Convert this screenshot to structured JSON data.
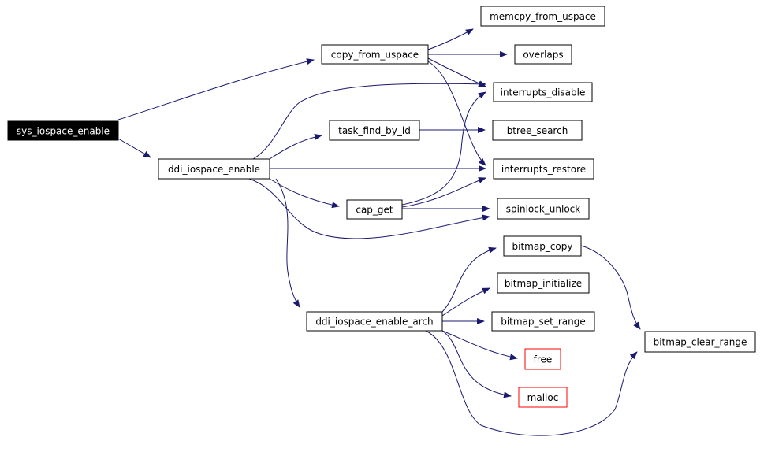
{
  "colors": {
    "edge": "#191970",
    "border": "#000000",
    "external_border": "#ff0000",
    "root_fill": "#000000",
    "root_text": "#ffffff",
    "node_fill": "#ffffff"
  },
  "nodes": [
    {
      "id": "sys_iospace_enable",
      "label": "sys_iospace_enable",
      "kind": "root"
    },
    {
      "id": "copy_from_uspace",
      "label": "copy_from_uspace",
      "kind": "normal"
    },
    {
      "id": "ddi_iospace_enable",
      "label": "ddi_iospace_enable",
      "kind": "normal"
    },
    {
      "id": "memcpy_from_uspace",
      "label": "memcpy_from_uspace",
      "kind": "normal"
    },
    {
      "id": "overlaps",
      "label": "overlaps",
      "kind": "normal"
    },
    {
      "id": "interrupts_disable",
      "label": "interrupts_disable",
      "kind": "normal"
    },
    {
      "id": "task_find_by_id",
      "label": "task_find_by_id",
      "kind": "normal"
    },
    {
      "id": "btree_search",
      "label": "btree_search",
      "kind": "normal"
    },
    {
      "id": "interrupts_restore",
      "label": "interrupts_restore",
      "kind": "normal"
    },
    {
      "id": "cap_get",
      "label": "cap_get",
      "kind": "normal"
    },
    {
      "id": "spinlock_unlock",
      "label": "spinlock_unlock",
      "kind": "normal"
    },
    {
      "id": "ddi_iospace_enable_arch",
      "label": "ddi_iospace_enable_arch",
      "kind": "normal"
    },
    {
      "id": "bitmap_copy",
      "label": "bitmap_copy",
      "kind": "normal"
    },
    {
      "id": "bitmap_initialize",
      "label": "bitmap_initialize",
      "kind": "normal"
    },
    {
      "id": "bitmap_set_range",
      "label": "bitmap_set_range",
      "kind": "normal"
    },
    {
      "id": "free",
      "label": "free",
      "kind": "external"
    },
    {
      "id": "malloc",
      "label": "malloc",
      "kind": "external"
    },
    {
      "id": "bitmap_clear_range",
      "label": "bitmap_clear_range",
      "kind": "normal"
    }
  ],
  "edges": [
    {
      "from": "sys_iospace_enable",
      "to": "copy_from_uspace"
    },
    {
      "from": "sys_iospace_enable",
      "to": "ddi_iospace_enable"
    },
    {
      "from": "copy_from_uspace",
      "to": "memcpy_from_uspace"
    },
    {
      "from": "copy_from_uspace",
      "to": "overlaps"
    },
    {
      "from": "copy_from_uspace",
      "to": "interrupts_disable"
    },
    {
      "from": "copy_from_uspace",
      "to": "interrupts_restore"
    },
    {
      "from": "ddi_iospace_enable",
      "to": "interrupts_disable"
    },
    {
      "from": "ddi_iospace_enable",
      "to": "task_find_by_id"
    },
    {
      "from": "ddi_iospace_enable",
      "to": "interrupts_restore"
    },
    {
      "from": "ddi_iospace_enable",
      "to": "cap_get"
    },
    {
      "from": "ddi_iospace_enable",
      "to": "spinlock_unlock"
    },
    {
      "from": "ddi_iospace_enable",
      "to": "ddi_iospace_enable_arch"
    },
    {
      "from": "task_find_by_id",
      "to": "btree_search"
    },
    {
      "from": "cap_get",
      "to": "interrupts_disable"
    },
    {
      "from": "cap_get",
      "to": "interrupts_restore"
    },
    {
      "from": "cap_get",
      "to": "spinlock_unlock"
    },
    {
      "from": "ddi_iospace_enable_arch",
      "to": "bitmap_copy"
    },
    {
      "from": "ddi_iospace_enable_arch",
      "to": "bitmap_initialize"
    },
    {
      "from": "ddi_iospace_enable_arch",
      "to": "bitmap_set_range"
    },
    {
      "from": "ddi_iospace_enable_arch",
      "to": "free"
    },
    {
      "from": "ddi_iospace_enable_arch",
      "to": "malloc"
    },
    {
      "from": "ddi_iospace_enable_arch",
      "to": "bitmap_clear_range"
    },
    {
      "from": "bitmap_copy",
      "to": "bitmap_clear_range"
    }
  ]
}
